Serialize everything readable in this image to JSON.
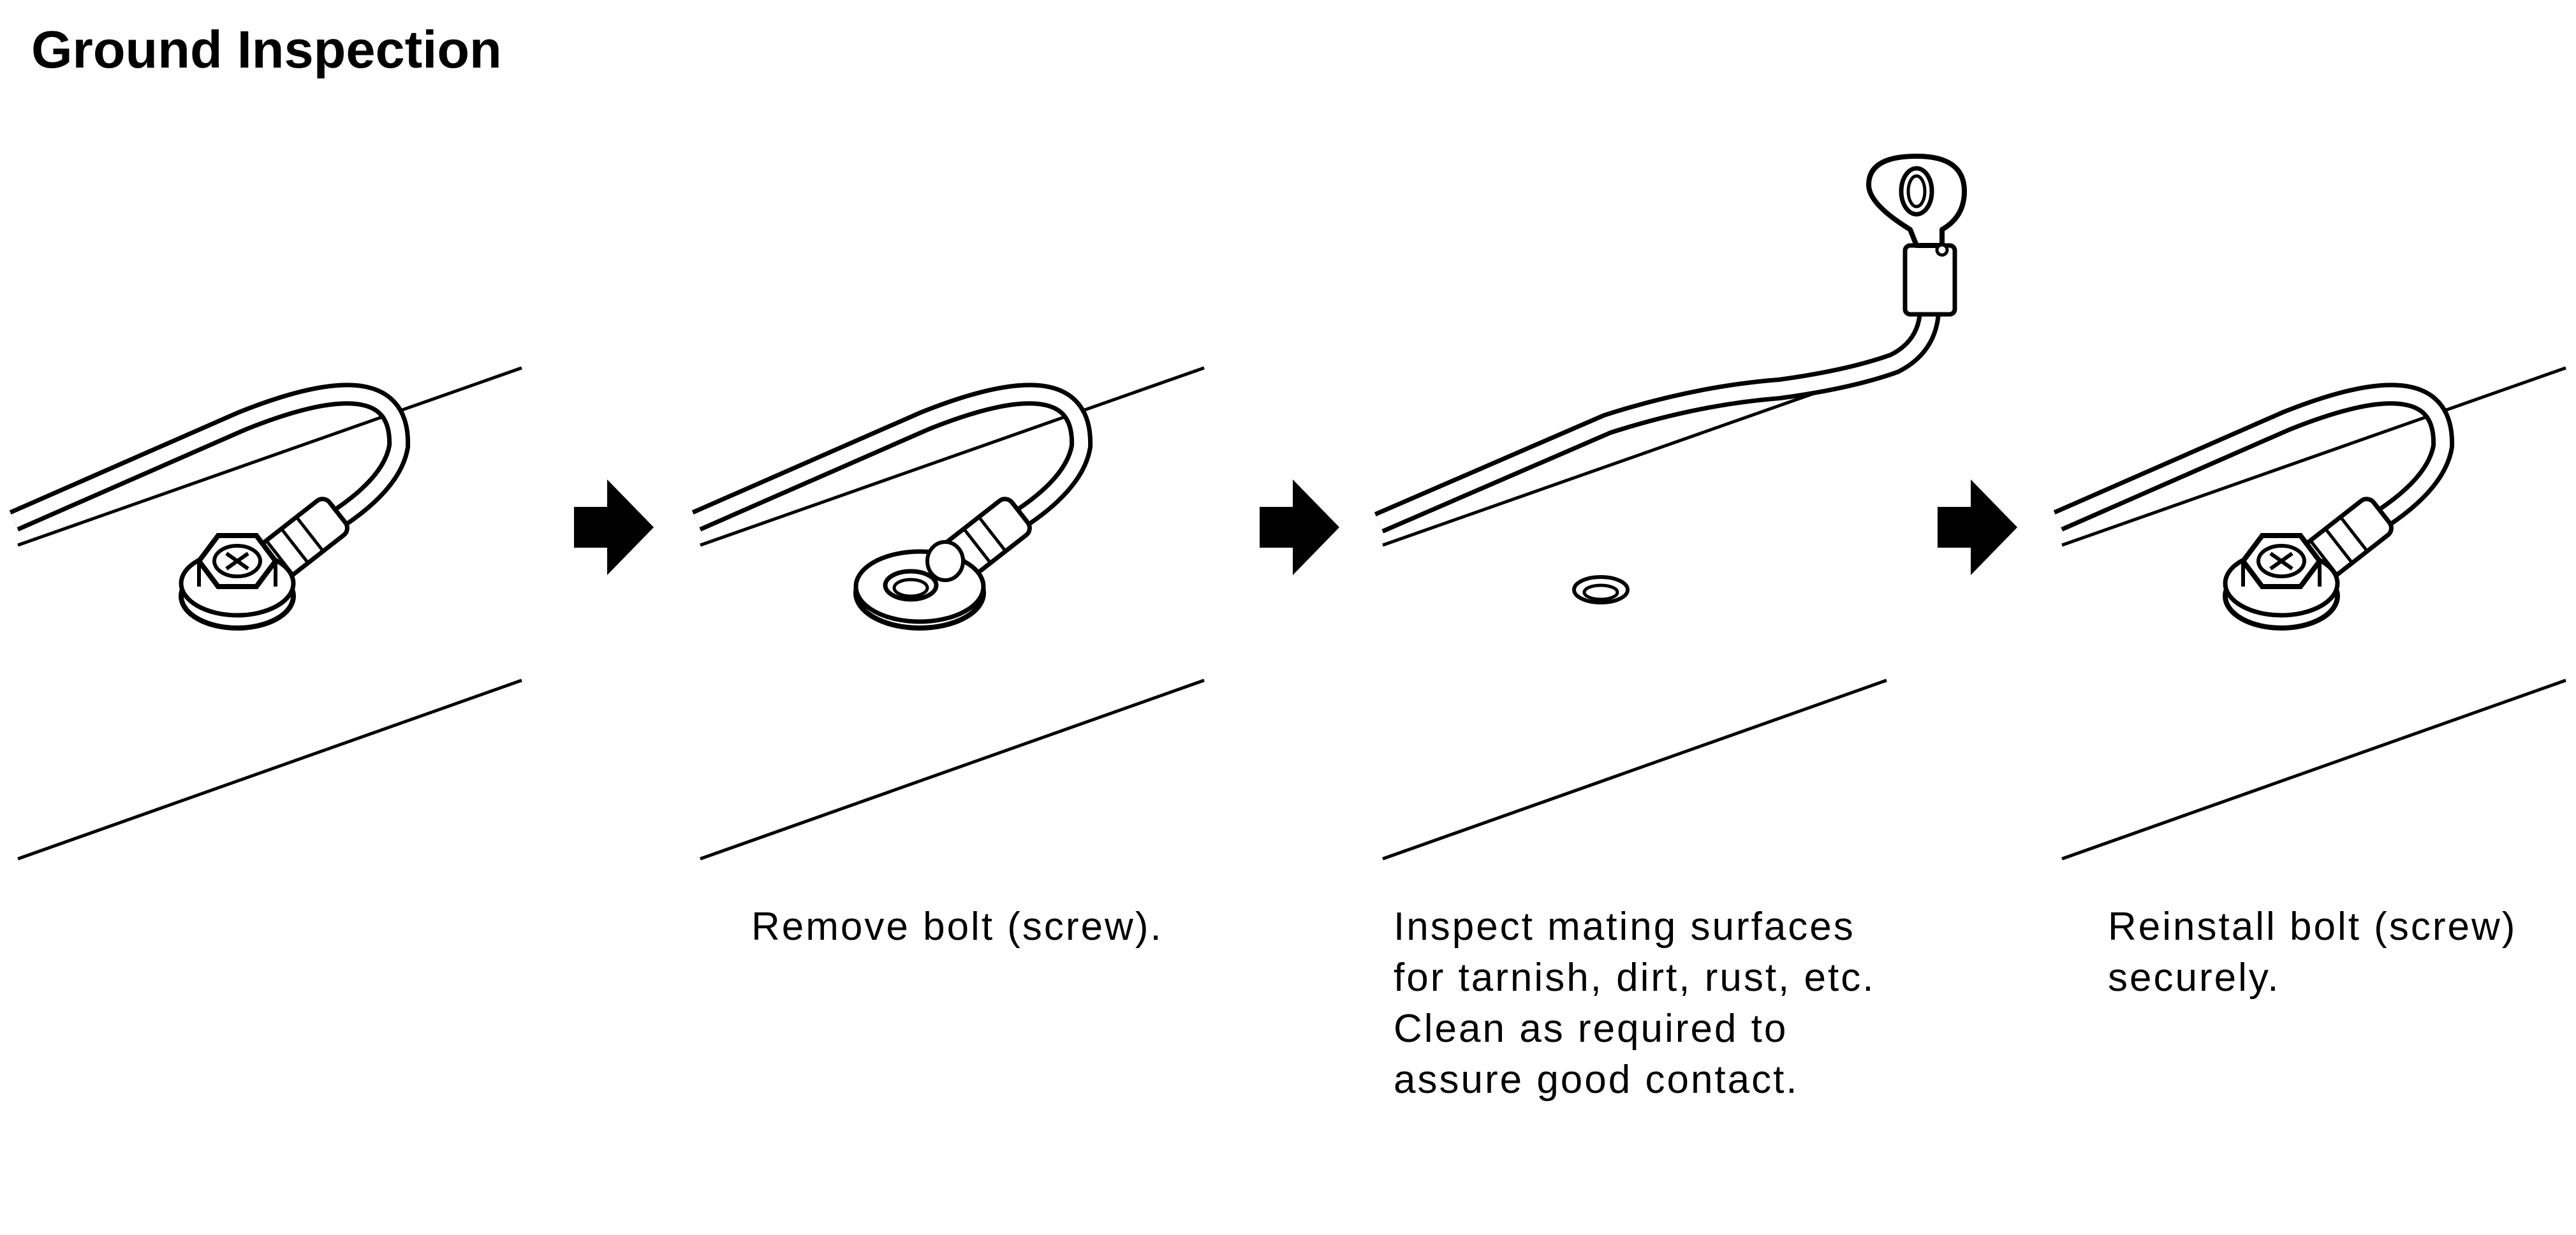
{
  "title": "Ground Inspection",
  "steps": [
    {
      "caption_lines": []
    },
    {
      "caption_lines": [
        "Remove bolt (screw)."
      ]
    },
    {
      "caption_lines": [
        "Inspect mating surfaces",
        "for tarnish, dirt, rust, etc.",
        "Clean as required to",
        "assure good contact."
      ]
    },
    {
      "caption_lines": [
        "Reinstall bolt (screw)",
        "securely."
      ]
    }
  ],
  "icons": [
    "right-arrow-icon",
    "bolt-icon",
    "ring-terminal-icon",
    "bolt-hole-icon"
  ],
  "colors": {
    "line": "#000000",
    "background": "#ffffff"
  }
}
